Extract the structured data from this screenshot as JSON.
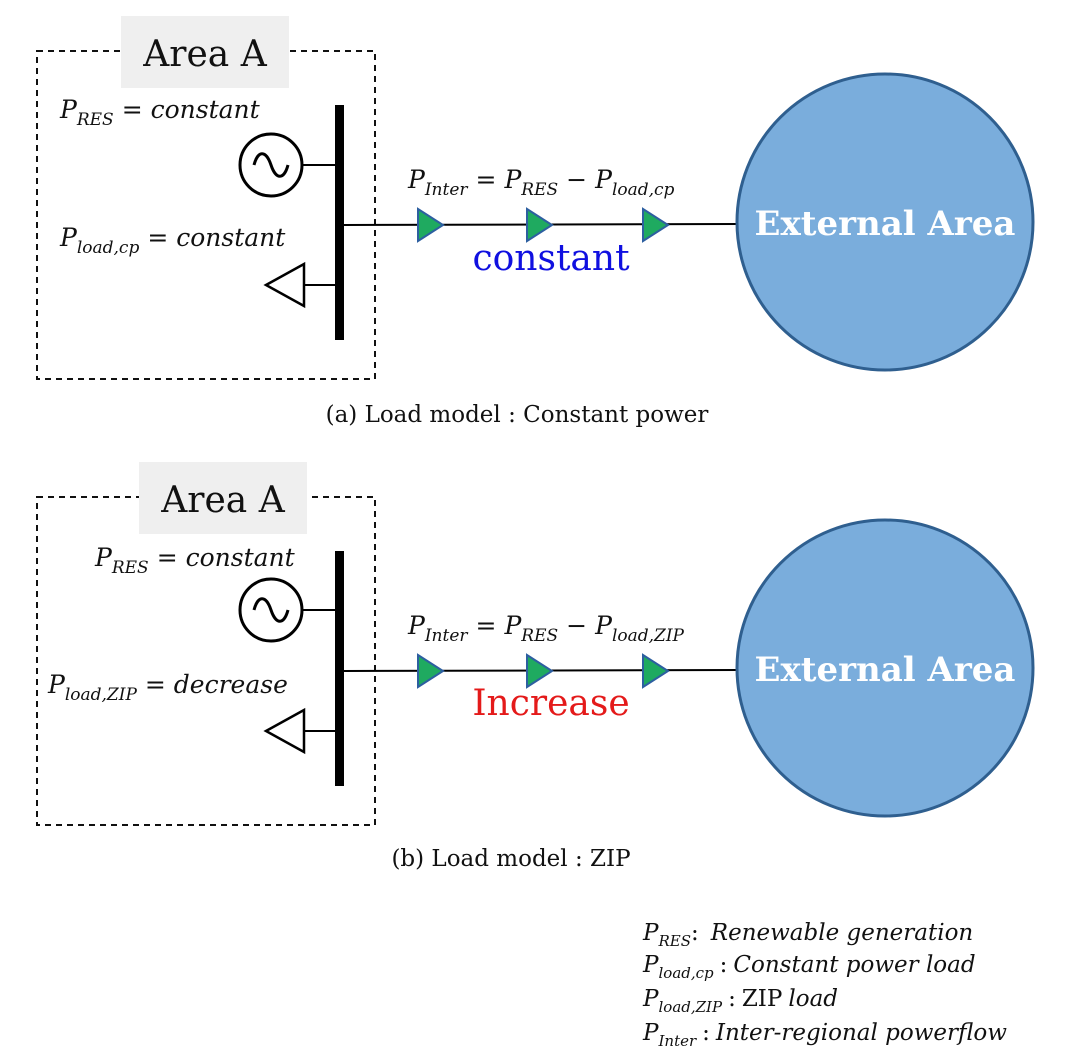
{
  "colors": {
    "circle_fill": "#7aaddc",
    "circle_stroke": "#2f5f8f",
    "arrow_fill": "#1faa60",
    "arrow_stroke": "#2d5fa0",
    "title_box": "#efefef",
    "constant_text": "#1010e0",
    "increase_text": "#e41a1a"
  },
  "panel_a": {
    "area_label": "Area A",
    "res_var": "P",
    "res_sub": "RES",
    "res_value": "= constant",
    "load_var": "P",
    "load_sub": "load,cp",
    "load_value": "= constant",
    "inter_var": "P",
    "inter_sub": "Inter",
    "eq_sign": "=",
    "rhs_var1": "P",
    "rhs_sub1": "RES",
    "minus": "−",
    "rhs_var2": "P",
    "rhs_sub2": "load,cp",
    "flow_status": "constant",
    "external_label": "External Area",
    "caption": "(a) Load model : Constant power",
    "generator_icon": "ac-source-icon",
    "load_icon": "load-triangle-icon"
  },
  "panel_b": {
    "area_label": "Area A",
    "res_var": "P",
    "res_sub": "RES",
    "res_value": "= constant",
    "load_var": "P",
    "load_sub": "load,ZIP",
    "load_value": "= decrease",
    "inter_var": "P",
    "inter_sub": "Inter",
    "eq_sign": "=",
    "rhs_var1": "P",
    "rhs_sub1": "RES",
    "minus": "−",
    "rhs_var2": "P",
    "rhs_sub2": "load,ZIP",
    "flow_status": "Increase",
    "external_label": "External Area",
    "caption": "(b) Load model : ZIP",
    "generator_icon": "ac-source-icon",
    "load_icon": "load-triangle-icon"
  },
  "legend": {
    "items": [
      {
        "var": "P",
        "sub": "RES",
        "sep": ":",
        "desc": "Renewable generation"
      },
      {
        "var": "P",
        "sub": "load,cp",
        "sep": ":",
        "desc": "Constant power load"
      },
      {
        "var": "P",
        "sub": "load,ZIP",
        "sep": ":",
        "desc_upright": "ZIP",
        "desc": "load"
      },
      {
        "var": "P",
        "sub": "Inter",
        "sep": ":",
        "desc": "Inter-regional powerflow"
      }
    ]
  }
}
